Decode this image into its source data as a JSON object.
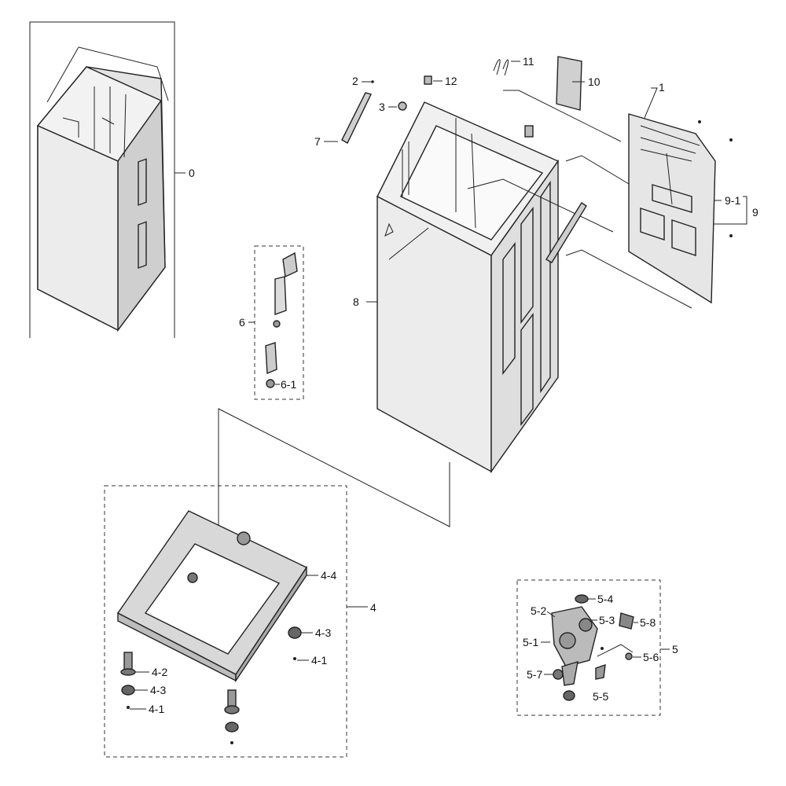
{
  "labels": {
    "l0": "0",
    "l1": "1",
    "l2": "2",
    "l3": "3",
    "l4": "4",
    "l4_1a": "4-1",
    "l4_1b": "4-1",
    "l4_2": "4-2",
    "l4_3a": "4-3",
    "l4_3b": "4-3",
    "l4_4": "4-4",
    "l5": "5",
    "l5_1": "5-1",
    "l5_2": "5-2",
    "l5_3": "5-3",
    "l5_4": "5-4",
    "l5_5": "5-5",
    "l5_6": "5-6",
    "l5_7": "5-7",
    "l5_8": "5-8",
    "l6": "6",
    "l6_1": "6-1",
    "l7": "7",
    "l8": "8",
    "l9": "9",
    "l9_1": "9-1",
    "l10": "10",
    "l11": "11",
    "l12": "12"
  }
}
